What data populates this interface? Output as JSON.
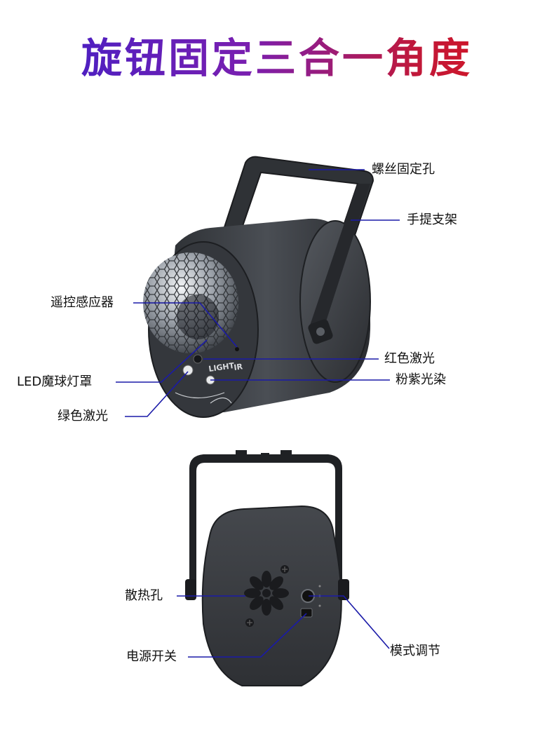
{
  "title": "旋钮固定三合一角度",
  "labels": {
    "screw_hole": "螺丝固定孔",
    "handle_bracket": "手提支架",
    "remote_sensor": "遥控感应器",
    "red_laser": "红色激光",
    "led_cover": "LED魔球灯罩",
    "pink_purple": "粉紫光染",
    "green_laser": "绿色激光",
    "heat_vent": "散热孔",
    "mode_adjust": "模式调节",
    "power_switch": "电源开关"
  },
  "device_text": {
    "light": "LIGHT",
    "ir": "IR"
  },
  "colors": {
    "line_blue": "#1a1aa8",
    "body_dark": "#3a3d42",
    "title_start": "#3a1fc8",
    "title_end": "#e01414"
  }
}
